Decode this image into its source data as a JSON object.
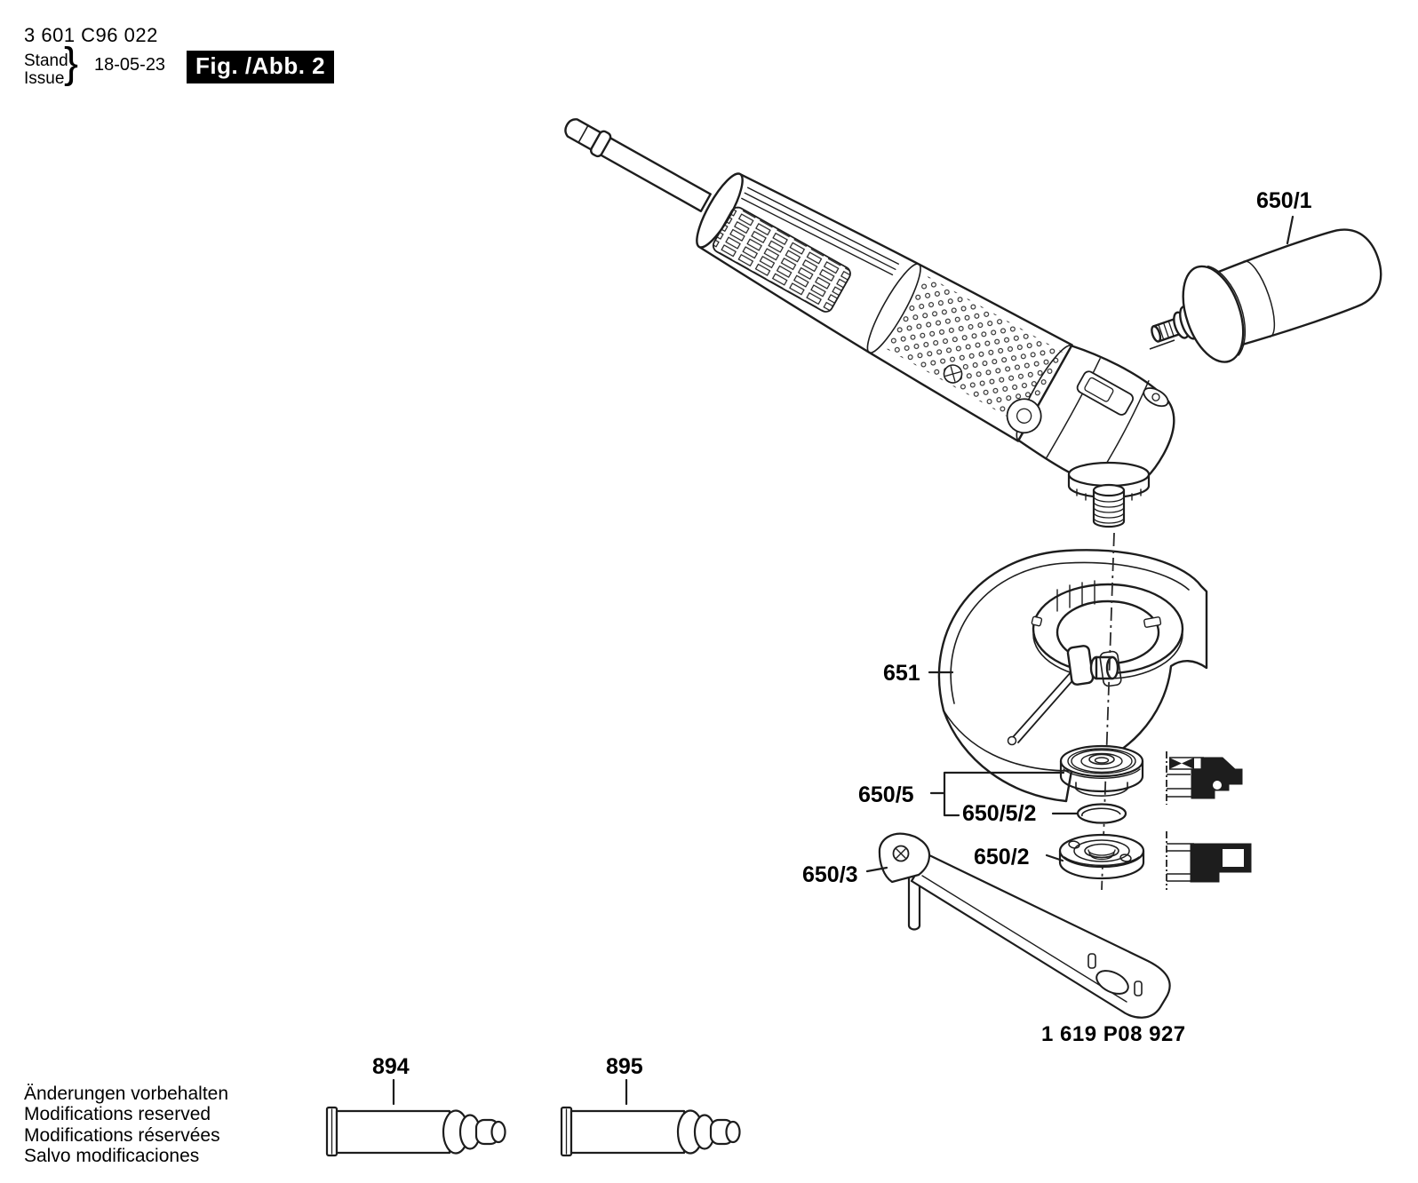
{
  "header": {
    "type_number": "3 601 C96 022",
    "stand_label": "Stand",
    "issue_label": "Issue",
    "brace": "}",
    "issue_date": "18-05-23",
    "figure_label": "Fig. /Abb. 2"
  },
  "callouts": {
    "side_handle": "650/1",
    "wheel_guard": "651",
    "flange_set": "650/5",
    "o_ring": "650/5/2",
    "clamping_nut": "650/2",
    "pin_wrench": "650/3",
    "grease_tube_left": "894",
    "grease_tube_right": "895",
    "wrench_part_number": "1 619 P08 927"
  },
  "footer": {
    "notes": [
      "Änderungen vorbehalten",
      "Modifications reserved",
      "Modifications réservées",
      "Salvo modificaciones"
    ]
  },
  "colors": {
    "line": "#1d1d1d",
    "background": "#ffffff",
    "figure_box_bg": "#000000",
    "figure_box_text": "#ffffff"
  }
}
